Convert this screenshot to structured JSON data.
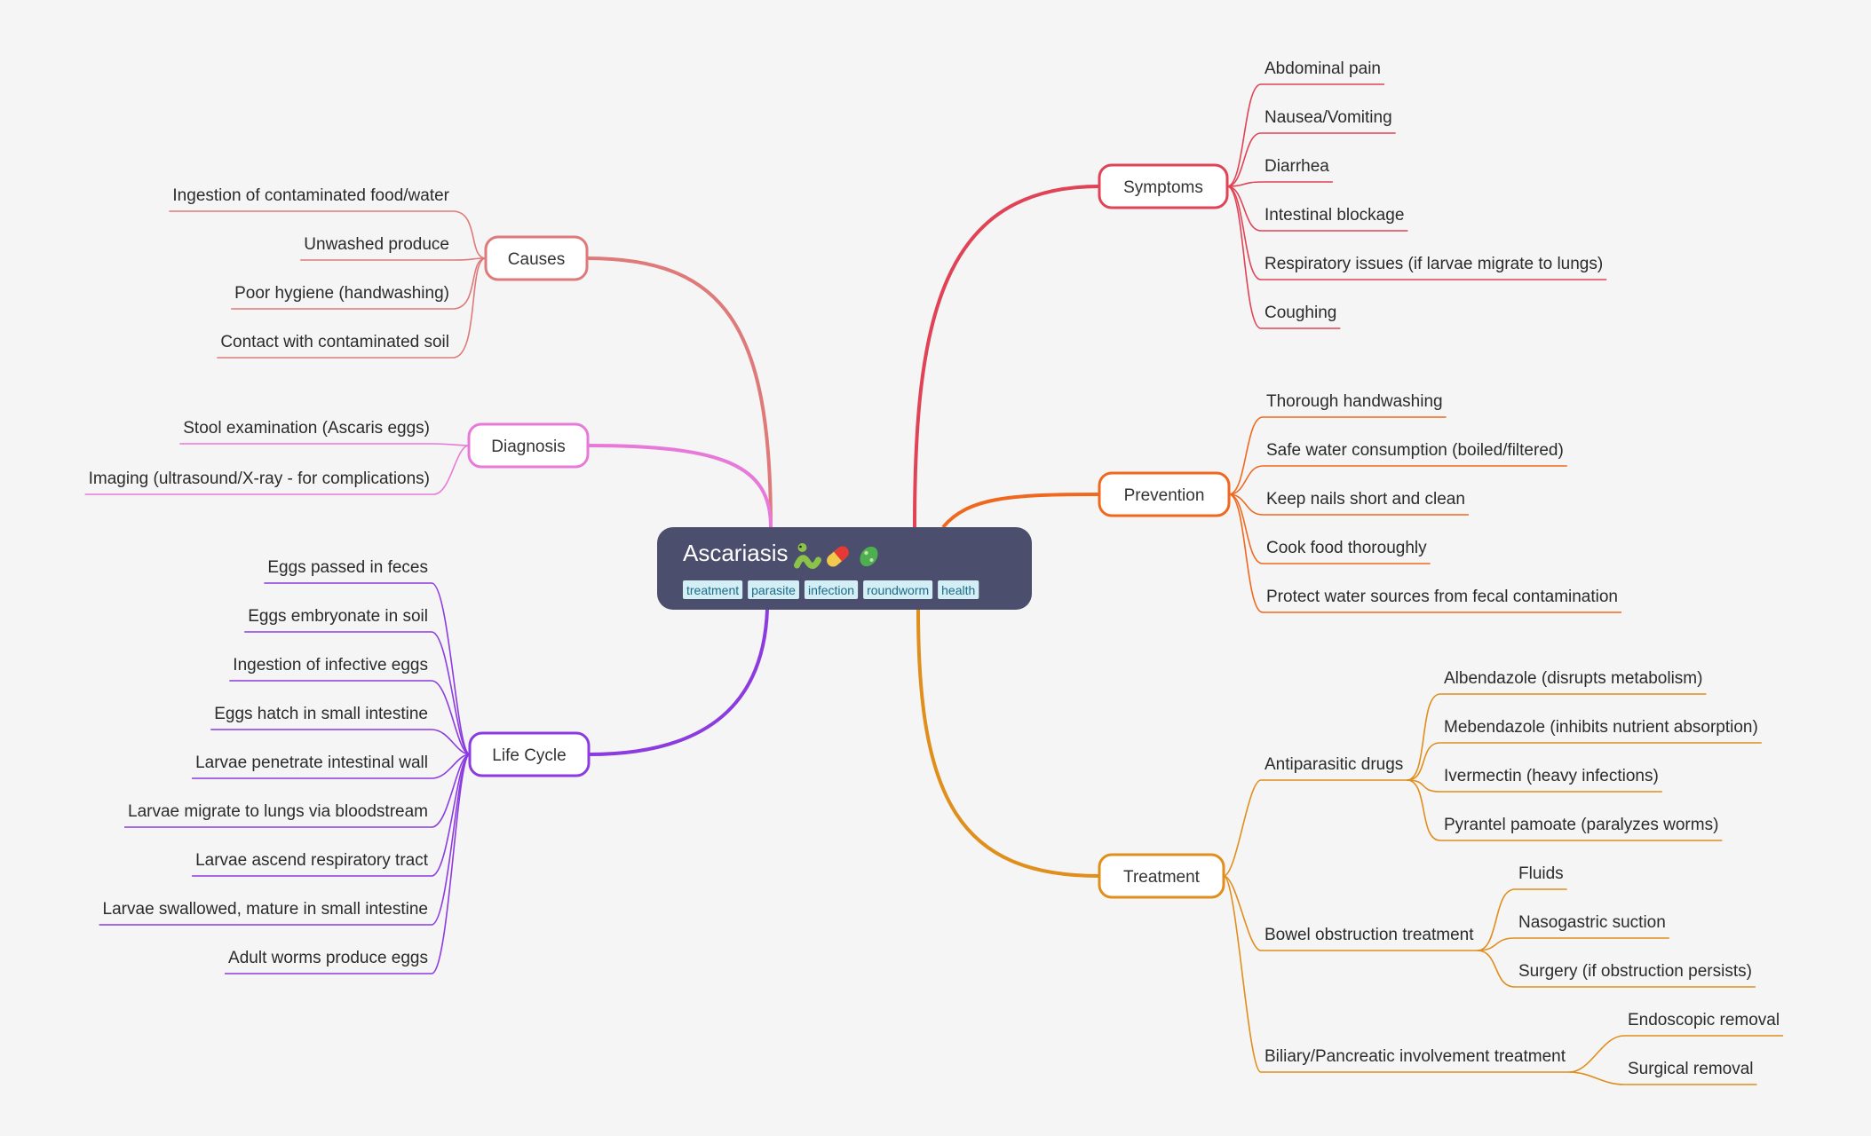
{
  "root": {
    "title": "Ascariasis",
    "emoji_icons": [
      "worm-icon",
      "pill-icon",
      "microbe-icon"
    ],
    "tags": [
      "treatment",
      "parasite",
      "infection",
      "roundworm",
      "health"
    ],
    "fill": "#4b4e6d"
  },
  "branches": {
    "causes": {
      "label": "Causes",
      "color": "#de7a7a",
      "items": [
        "Ingestion of contaminated food/water",
        "Unwashed produce",
        "Poor hygiene (handwashing)",
        "Contact with contaminated soil"
      ]
    },
    "diagnosis": {
      "label": "Diagnosis",
      "color": "#e77ad8",
      "items": [
        "Stool examination (Ascaris eggs)",
        "Imaging (ultrasound/X-ray - for complications)"
      ]
    },
    "lifecycle": {
      "label": "Life Cycle",
      "color": "#8c3be0",
      "items": [
        "Eggs passed in feces",
        "Eggs embryonate in soil",
        "Ingestion of infective eggs",
        "Eggs hatch in small intestine",
        "Larvae penetrate intestinal wall",
        "Larvae migrate to lungs via bloodstream",
        "Larvae ascend respiratory tract",
        "Larvae swallowed, mature in small intestine",
        "Adult worms produce eggs"
      ]
    },
    "symptoms": {
      "label": "Symptoms",
      "color": "#e04355",
      "items": [
        "Abdominal pain",
        "Nausea/Vomiting",
        "Diarrhea",
        "Intestinal blockage",
        "Respiratory issues (if larvae migrate to lungs)",
        "Coughing"
      ]
    },
    "prevention": {
      "label": "Prevention",
      "color": "#f0681e",
      "items": [
        "Thorough handwashing",
        "Safe water consumption (boiled/filtered)",
        "Keep nails short and clean",
        "Cook food thoroughly",
        "Protect water sources from fecal contamination"
      ]
    },
    "treatment": {
      "label": "Treatment",
      "color": "#e08e1c",
      "groups": [
        {
          "label": "Antiparasitic drugs",
          "items": [
            "Albendazole (disrupts metabolism)",
            "Mebendazole (inhibits nutrient absorption)",
            "Ivermectin (heavy infections)",
            "Pyrantel pamoate (paralyzes worms)"
          ]
        },
        {
          "label": "Bowel obstruction treatment",
          "items": [
            "Fluids",
            "Nasogastric suction",
            "Surgery (if obstruction persists)"
          ]
        },
        {
          "label": "Biliary/Pancreatic involvement treatment",
          "items": [
            "Endoscopic removal",
            "Surgical removal"
          ]
        }
      ]
    }
  }
}
